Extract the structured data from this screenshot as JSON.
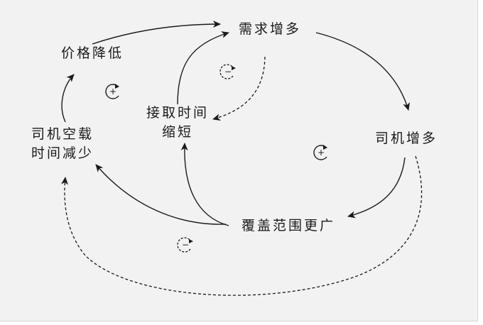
{
  "nodes": {
    "price_drop": "价格降低",
    "demand_up": "需求增多",
    "pickup_time_line1": "接取时间",
    "pickup_time_line2": "缩短",
    "driver_idle_line1": "司机空载",
    "driver_idle_line2": "时间减少",
    "drivers_up": "司机增多",
    "coverage_wider": "覆盖范围更广"
  },
  "loop_markers": {
    "left_loop": "+",
    "center_top_loop": "−",
    "right_loop": "+",
    "bottom_loop": "−"
  }
}
